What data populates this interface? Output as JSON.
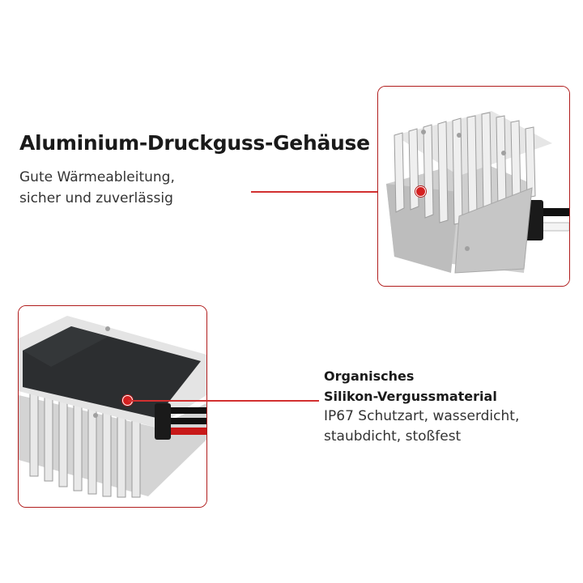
{
  "section_housing": {
    "title": "Aluminium-Druckguss-Gehäuse",
    "lines": [
      "Gute Wärmeableitung,",
      "sicher und zuverlässig"
    ]
  },
  "section_potting": {
    "title_lines": [
      "Organisches",
      "Silikon-Vergussmaterial"
    ],
    "lines": [
      "IP67 Schutzart, wasserdicht,",
      "staubdicht, stoßfest"
    ]
  },
  "colors": {
    "accent": "#d42020",
    "frame": "#b01c1c",
    "aluminium": "#d9d9d9",
    "potting": "#2c2e30"
  }
}
